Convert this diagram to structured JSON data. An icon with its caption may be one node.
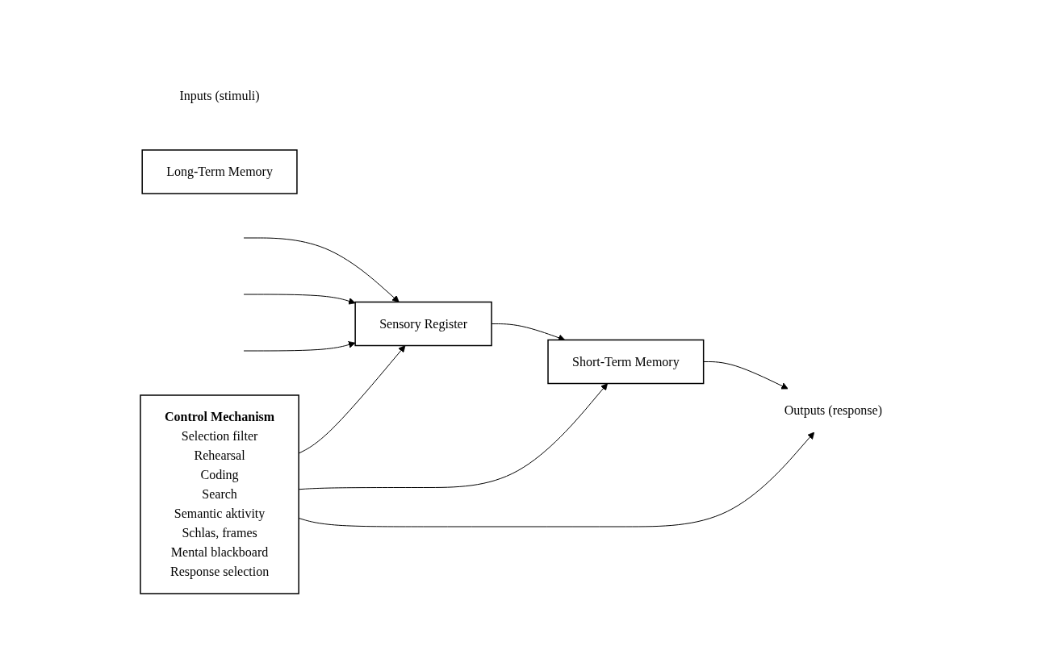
{
  "diagram": {
    "nodes": [
      {
        "text": [
          "Inputs (stimuli)"
        ]
      },
      {
        "text": [
          "Sensory Register"
        ]
      },
      {
        "text": [
          "Short-Term Memory"
        ]
      },
      {
        "text": [
          "Long-Term Memory"
        ]
      },
      {
        "text": [
          "Outputs (response)"
        ]
      },
      {
        "text": [
          "Control Mechanism",
          "Selection filter",
          "Rehearsal",
          "Coding",
          "Search",
          "Semantic aktivity",
          "Schlas, frames",
          "Mental blackboard",
          "Response selection"
        ]
      }
    ],
    "edges": [
      {
        "from": null,
        "to": 1,
        "arrow": "to"
      },
      {
        "from": null,
        "to": 1,
        "arrow": "to"
      },
      {
        "from": null,
        "to": 1,
        "arrow": "to"
      },
      {
        "from": 1,
        "to": 2,
        "arrow": "to"
      },
      {
        "from": 2,
        "to": 4,
        "arrow": "to"
      },
      {
        "from": 5,
        "to": 2,
        "arrow": "to"
      },
      {
        "from": 5,
        "to": 1,
        "arrow": "to"
      },
      {
        "from": 5,
        "to": 4,
        "arrow": "to"
      }
    ]
  }
}
